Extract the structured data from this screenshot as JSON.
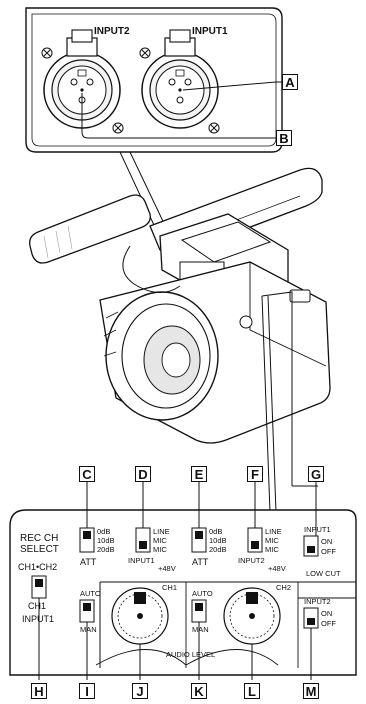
{
  "inset": {
    "input2_label": "INPUT2",
    "input1_label": "INPUT1",
    "callout_a": "A",
    "callout_b": "B"
  },
  "panel": {
    "rec_ch_select_line1": "REC CH",
    "rec_ch_select_line2": "SELECT",
    "ch1_ch2": "CH1•CH2",
    "ch1": "CH1",
    "input1": "INPUT1",
    "att1": {
      "opt1": "0dB",
      "opt2": "10dB",
      "opt3": "20dB",
      "label": "ATT"
    },
    "type1": {
      "opt1": "LINE",
      "opt2": "MIC",
      "opt3": "MIC",
      "label": "INPUT1",
      "sub": "+48V"
    },
    "att2": {
      "opt1": "0dB",
      "opt2": "10dB",
      "opt3": "20dB",
      "label": "ATT"
    },
    "type2": {
      "opt1": "LINE",
      "opt2": "MIC",
      "opt3": "MIC",
      "label": "INPUT2",
      "sub": "+48V"
    },
    "lowcut1": {
      "title": "INPUT1",
      "on": "ON",
      "off": "OFF"
    },
    "low_cut": "LOW CUT",
    "lowcut2": {
      "title": "INPUT2",
      "on": "ON",
      "off": "OFF"
    },
    "auto1": "AUTO",
    "man1": "MAN",
    "ch1_dial": "CH1",
    "auto2": "AUTO",
    "man2": "MAN",
    "ch2_dial": "CH2",
    "audio_level": "AUDIO LEVEL"
  },
  "callouts": {
    "c": "C",
    "d": "D",
    "e": "E",
    "f": "F",
    "g": "G",
    "h": "H",
    "i": "I",
    "j": "J",
    "k": "K",
    "l": "L",
    "m": "M"
  }
}
